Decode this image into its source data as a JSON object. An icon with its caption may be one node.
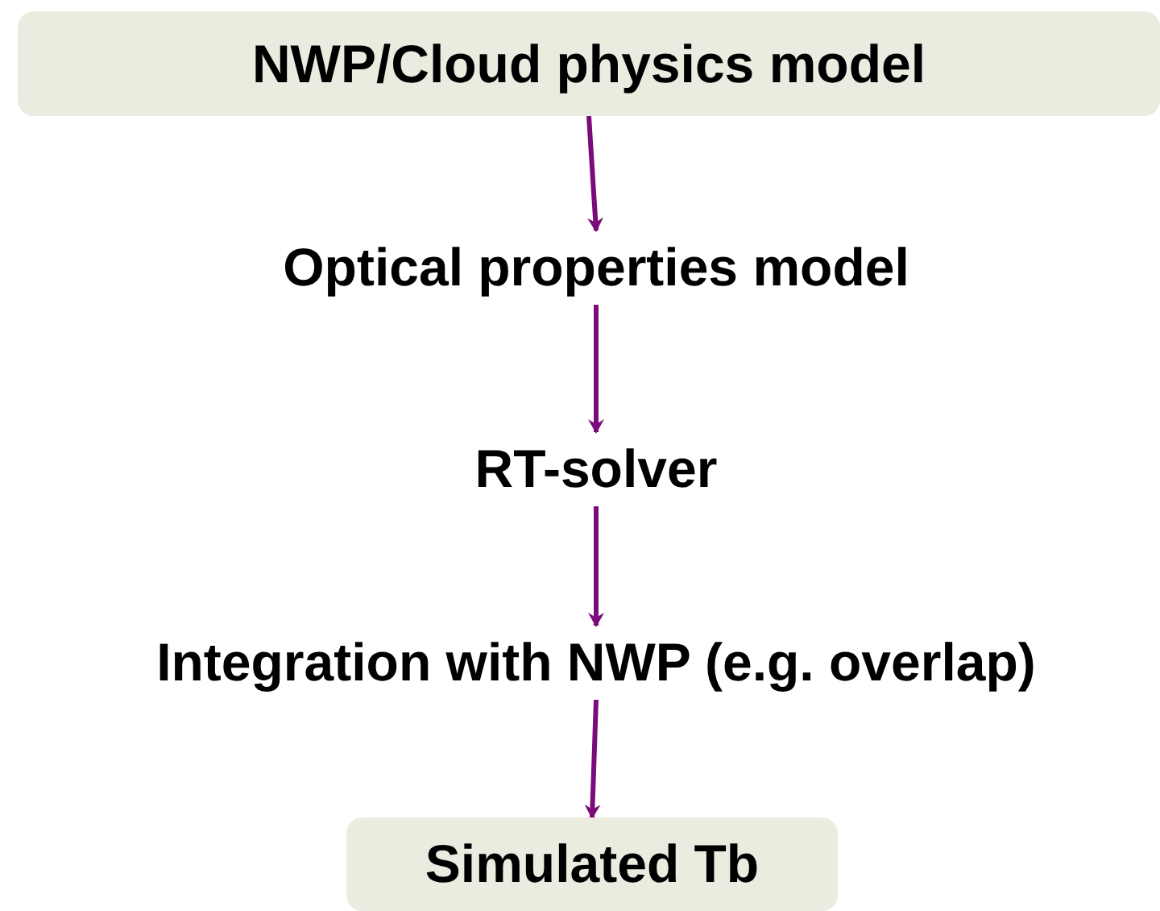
{
  "diagram": {
    "nodes": [
      {
        "text": [
          "NWP/Cloud physics model"
        ]
      },
      {
        "text": [
          "Optical properties model"
        ]
      },
      {
        "text": [
          "RT-solver"
        ]
      },
      {
        "text": [
          "Integration with NWP (e.g. overlap)"
        ]
      },
      {
        "text": [
          "Simulated Tb"
        ]
      }
    ],
    "edges": [
      {
        "from": 0,
        "to": 1,
        "arrow": "to"
      },
      {
        "from": 1,
        "to": 2,
        "arrow": "to"
      },
      {
        "from": 2,
        "to": 3,
        "arrow": "to"
      },
      {
        "from": 3,
        "to": 4,
        "arrow": "to"
      }
    ]
  }
}
